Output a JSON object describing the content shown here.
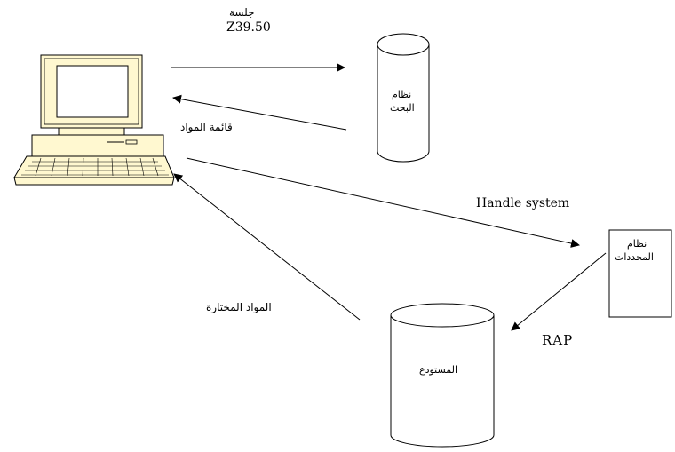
{
  "diagram": {
    "labels": {
      "session": "جلسة",
      "session_protocol": "Z39.50",
      "search_system_line1": "نظام",
      "search_system_line2": "البحث",
      "materials_list": "قائمة المواد",
      "handle_system": "Handle system",
      "identifiers_system_line1": "نظام",
      "identifiers_system_line2": "المحددات",
      "selected_materials": "المواد المختارة",
      "rap": "RAP",
      "repository": "المستودع"
    },
    "icons": {
      "computer": "desktop-computer-icon",
      "search_db": "database-cylinder-icon",
      "repository_db": "database-cylinder-icon",
      "identifiers_box": "rectangle-node"
    },
    "colors": {
      "monitor_bezel": "#fff8d0",
      "monitor_screen": "#ffffff",
      "keyboard": "#fff8d0",
      "line": "#000000",
      "background": "#ffffff"
    }
  }
}
